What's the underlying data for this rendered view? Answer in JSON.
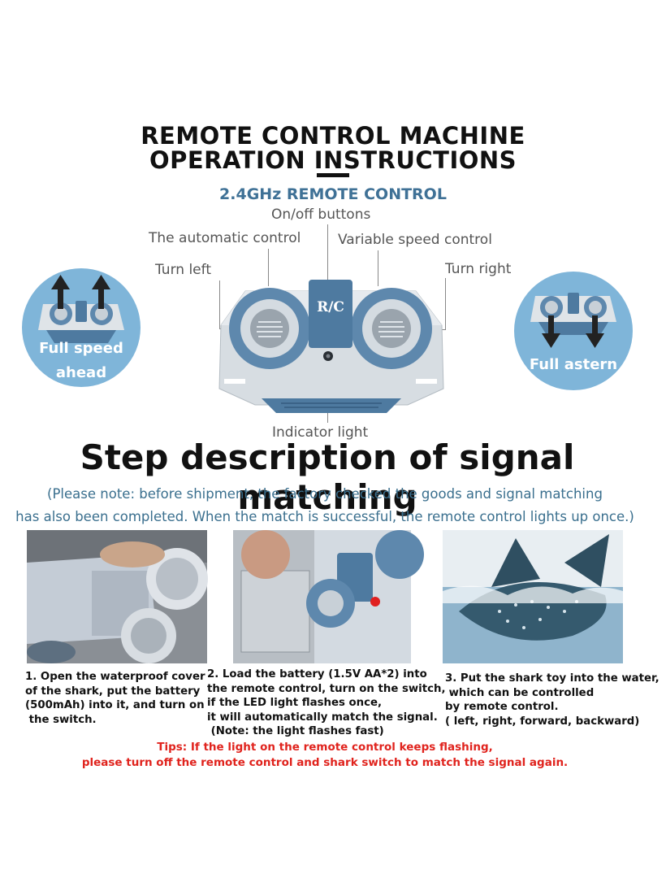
{
  "header": {
    "title_line1": "REMOTE CONTROL MACHINE",
    "title_line2": "OPERATION INSTRUCTIONS",
    "subtitle": "2.4GHz REMOTE CONTROL"
  },
  "remote": {
    "logo": "R/C",
    "labels": {
      "on_off": "On/off buttons",
      "automatic": "The automatic control",
      "variable_speed": "Variable speed control",
      "turn_left": "Turn left",
      "turn_right": "Turn right",
      "indicator": "Indicator light"
    }
  },
  "side_circles": {
    "left_line1": "Full speed",
    "left_line2": "ahead",
    "right": "Full astern"
  },
  "signal": {
    "heading": "Step description of signal matching",
    "note_line1": "(Please note: before shipment, the factory checked the goods and signal matching",
    "note_line2": "has also been completed. When the match is successful, the remote control lights up once.)"
  },
  "steps": [
    {
      "text": "1. Open the waterproof cover\nof the shark, put the battery\n(500mAh) into it, and turn on\n the switch."
    },
    {
      "text": "2. Load the battery (1.5V AA*2) into\nthe remote control, turn on the switch,\nif the LED light flashes once,\nit will automatically match the signal.\n (Note: the light flashes fast)"
    },
    {
      "text": "3. Put the shark toy into the water,\n which can be controlled\nby remote control.\n( left, right, forward, backward)"
    }
  ],
  "tips": {
    "line1": "Tips: If the light on the remote control keeps flashing,",
    "line2": "please turn off the remote control and shark switch to match the signal again."
  },
  "colors": {
    "accent_blue": "#3f7196",
    "remote_blue": "#4e7aa0",
    "circle_bg": "#7fb5d9",
    "tip_red": "#e0231d"
  }
}
